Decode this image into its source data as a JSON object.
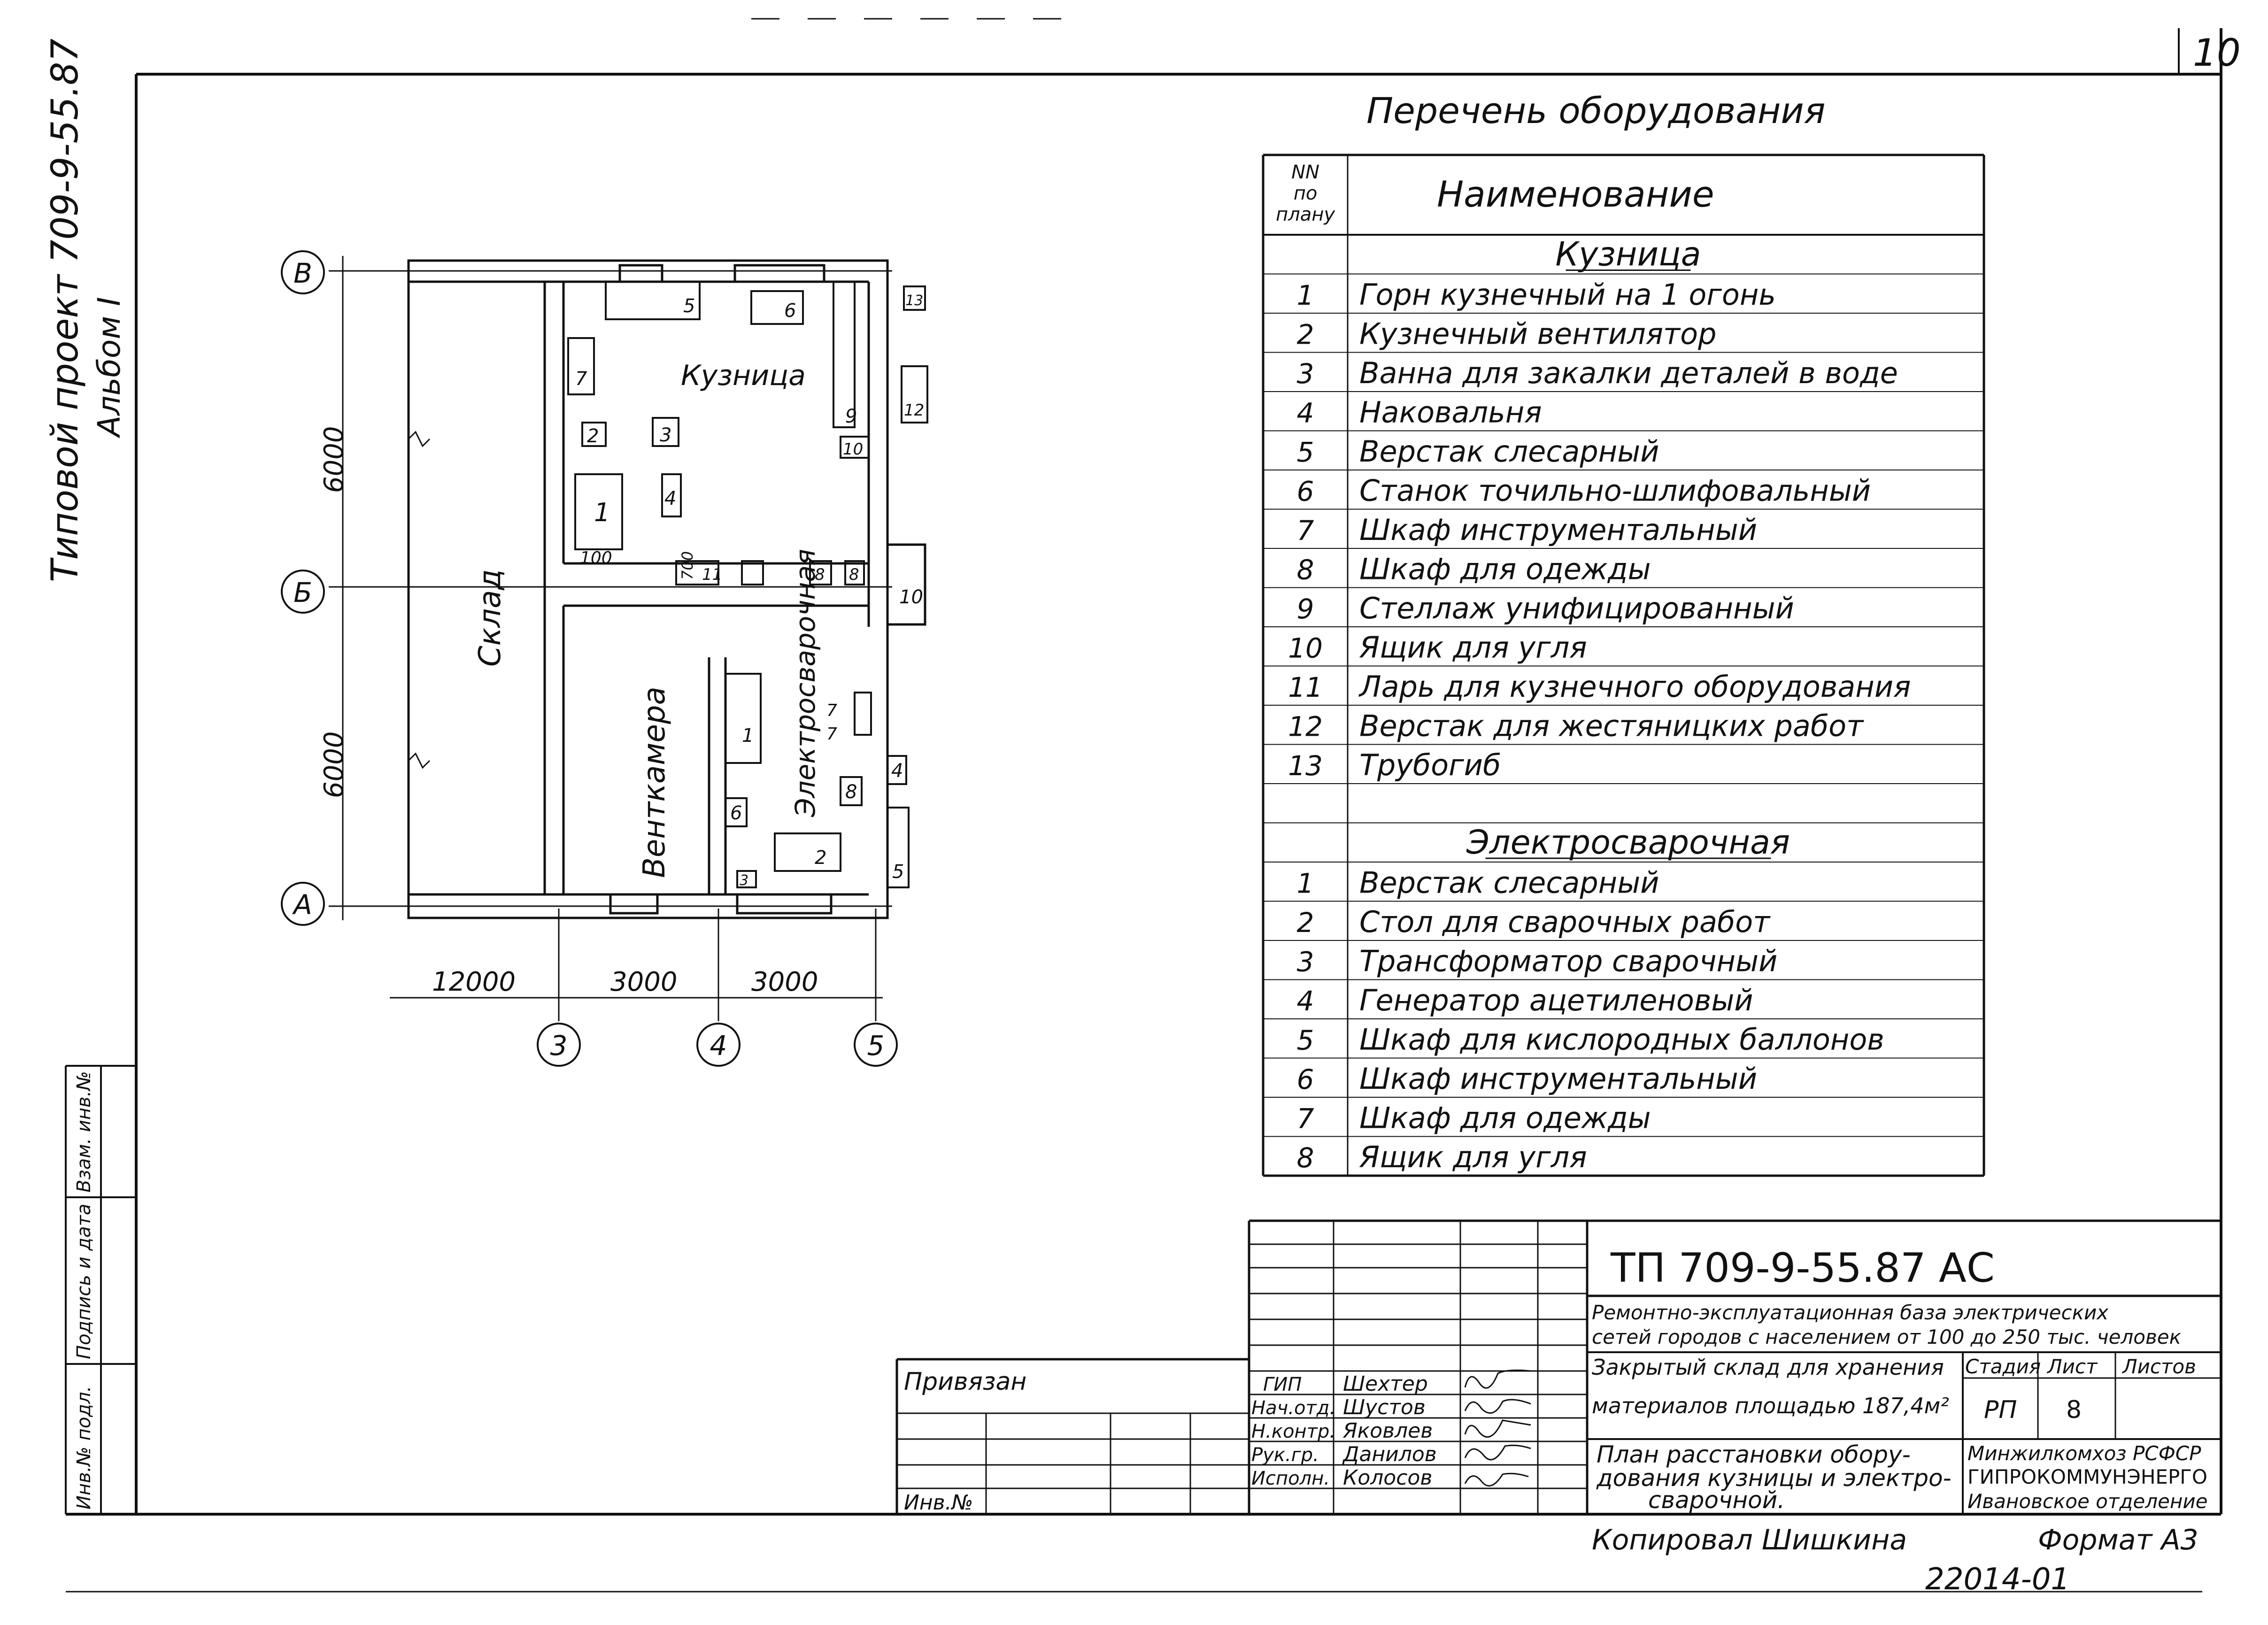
{
  "sheet": {
    "corner_number": "10",
    "side_project": "Типовой проект 709-9-55.87",
    "side_album": "Альбом I",
    "side_stamp": [
      "Инв.№ подл.",
      "Подпись и дата",
      "Взам. инв.№"
    ]
  },
  "equipment": {
    "title": "Перечень оборудования",
    "col_num": [
      "NN",
      "по",
      "плану"
    ],
    "col_name": "Наименование",
    "section_forge": "Кузница",
    "forge_items": [
      {
        "n": "1",
        "name": "Горн кузнечный на 1 огонь"
      },
      {
        "n": "2",
        "name": "Кузнечный вентилятор"
      },
      {
        "n": "3",
        "name": "Ванна для закалки деталей в воде"
      },
      {
        "n": "4",
        "name": "Наковальня"
      },
      {
        "n": "5",
        "name": "Верстак слесарный"
      },
      {
        "n": "6",
        "name": "Станок точильно-шлифовальный"
      },
      {
        "n": "7",
        "name": "Шкаф инструментальный"
      },
      {
        "n": "8",
        "name": "Шкаф для одежды"
      },
      {
        "n": "9",
        "name": "Стеллаж унифицированный"
      },
      {
        "n": "10",
        "name": "Ящик для угля"
      },
      {
        "n": "11",
        "name": "Ларь для кузнечного оборудования"
      },
      {
        "n": "12",
        "name": "Верстак для жестяницких работ"
      },
      {
        "n": "13",
        "name": "Трубогиб"
      }
    ],
    "section_weld": "Электросварочная",
    "weld_items": [
      {
        "n": "1",
        "name": "Верстак слесарный"
      },
      {
        "n": "2",
        "name": "Стол для сварочных работ"
      },
      {
        "n": "3",
        "name": "Трансформатор сварочный"
      },
      {
        "n": "4",
        "name": "Генератор ацетиленовый"
      },
      {
        "n": "5",
        "name": "Шкаф для кислородных баллонов"
      },
      {
        "n": "6",
        "name": "Шкаф инструментальный"
      },
      {
        "n": "7",
        "name": "Шкаф для одежды"
      },
      {
        "n": "8",
        "name": "Ящик для угля"
      }
    ]
  },
  "plan": {
    "axes_rows": [
      "В",
      "Б",
      "А"
    ],
    "axes_cols": [
      "3",
      "4",
      "5"
    ],
    "dims_vertical": [
      "6000",
      "6000"
    ],
    "dims_horizontal": [
      "12000",
      "3000",
      "3000"
    ],
    "dim_small": [
      "100",
      "700"
    ],
    "room_forge": "Кузница",
    "room_store": "Склад",
    "room_vent": "Венткамера",
    "room_weld": "Электросварочная",
    "forge_marks": [
      "5",
      "6",
      "13",
      "7",
      "9",
      "12",
      "2",
      "3",
      "10",
      "1",
      "4",
      "11",
      "8",
      "8",
      "10"
    ],
    "weld_marks": [
      "1",
      "6",
      "7",
      "7",
      "4",
      "8",
      "2",
      "3",
      "5"
    ]
  },
  "stamp": {
    "code": "ТП 709-9-55.87 АС",
    "project_line1": "Ремонтно-эксплуатационная база электрических",
    "project_line2": "сетей городов с населением от 100 до 250 тыс. человек",
    "object_line1": "Закрытый склад для хранения",
    "object_line2": "материалов площадью 187,4м²",
    "stage_label": "Стадия",
    "sheet_label": "Лист",
    "sheets_label": "Листов",
    "stage_value": "РП",
    "sheet_value": "8",
    "title_line1": "План расстановки обору-",
    "title_line2": "дования кузницы и электро-",
    "title_line3": "сварочной.",
    "org_line1": "Минжилкомхоз РСФСР",
    "org_line2": "ГИПРОКОММУНЭНЕРГО",
    "org_line3": "Ивановское отделение",
    "bound_label": "Привязан",
    "inv_label": "Инв.№",
    "people": [
      {
        "role": "ГИП",
        "name": "Шехтер"
      },
      {
        "role": "Нач.отд.",
        "name": "Шустов"
      },
      {
        "role": "Н.контр.",
        "name": "Яковлев"
      },
      {
        "role": "Рук.гр.",
        "name": "Данилов"
      },
      {
        "role": "Исполн.",
        "name": "Колосов"
      }
    ]
  },
  "footer": {
    "copied": "Копировал Шишкина",
    "format": "Формат А3",
    "number": "22014-01"
  }
}
